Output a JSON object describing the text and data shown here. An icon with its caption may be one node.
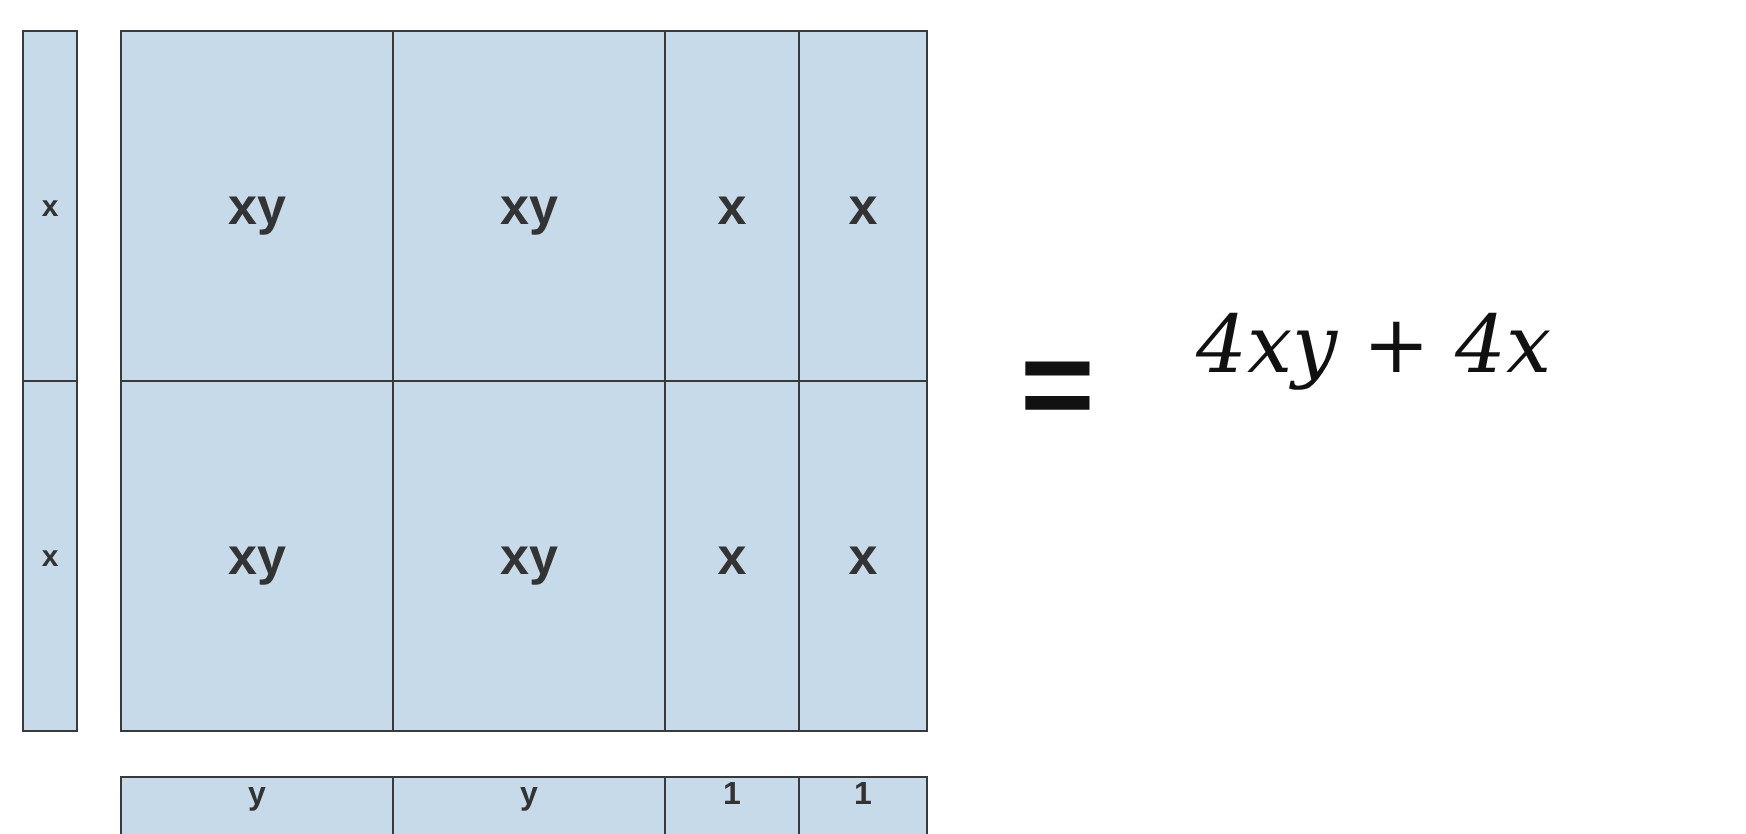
{
  "diagram": {
    "nodes": [
      {
        "text": [
          "x"
        ]
      },
      {
        "text": [
          "x"
        ]
      },
      {
        "text": [
          "xy"
        ]
      },
      {
        "text": [
          "xy"
        ]
      },
      {
        "text": [
          "x"
        ]
      },
      {
        "text": [
          "x"
        ]
      },
      {
        "text": [
          "xy"
        ]
      },
      {
        "text": [
          "xy"
        ]
      },
      {
        "text": [
          "x"
        ]
      },
      {
        "text": [
          "x"
        ]
      },
      {
        "text": [
          "y"
        ]
      },
      {
        "text": [
          "y"
        ]
      },
      {
        "text": [
          "1"
        ]
      },
      {
        "text": [
          "1"
        ]
      }
    ],
    "labels": [
      "=",
      "4xy + 4x"
    ]
  }
}
